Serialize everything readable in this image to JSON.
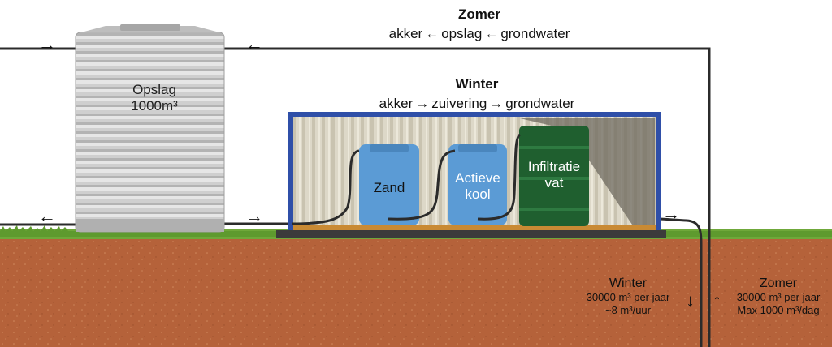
{
  "summer": {
    "title": "Zomer",
    "flow": [
      "akker",
      "opslag",
      "grondwater"
    ],
    "flow_arrow": "←"
  },
  "winter": {
    "title": "Winter",
    "flow": [
      "akker",
      "zuivering",
      "grondwater"
    ],
    "flow_arrow": "→"
  },
  "storage": {
    "label": "Opslag",
    "volume": "1000m³"
  },
  "filters": {
    "sand": "Zand",
    "carbon_line1": "Actieve",
    "carbon_line2": "kool",
    "infiltration_line1": "Infiltratie",
    "infiltration_line2": "vat"
  },
  "ground_labels": {
    "winter": {
      "title": "Winter",
      "line1": "30000 m³ per jaar",
      "line2": "~8 m³/uur",
      "arrow": "↓"
    },
    "summer": {
      "title": "Zomer",
      "line1": "30000 m³ per jaar",
      "line2": "Max 1000 m³/dag",
      "arrow": "↑"
    }
  },
  "pipe_arrows": {
    "right": "→",
    "left": "←"
  },
  "colors": {
    "soil": "#b5623a",
    "grass": "#6fa83a",
    "pipe": "#2b2b2b",
    "container_frame": "#2f4fa8",
    "blue_tank": "#5b9bd5",
    "green_tank": "#1f5f2f",
    "storage_tank": "#c9c9c9"
  }
}
